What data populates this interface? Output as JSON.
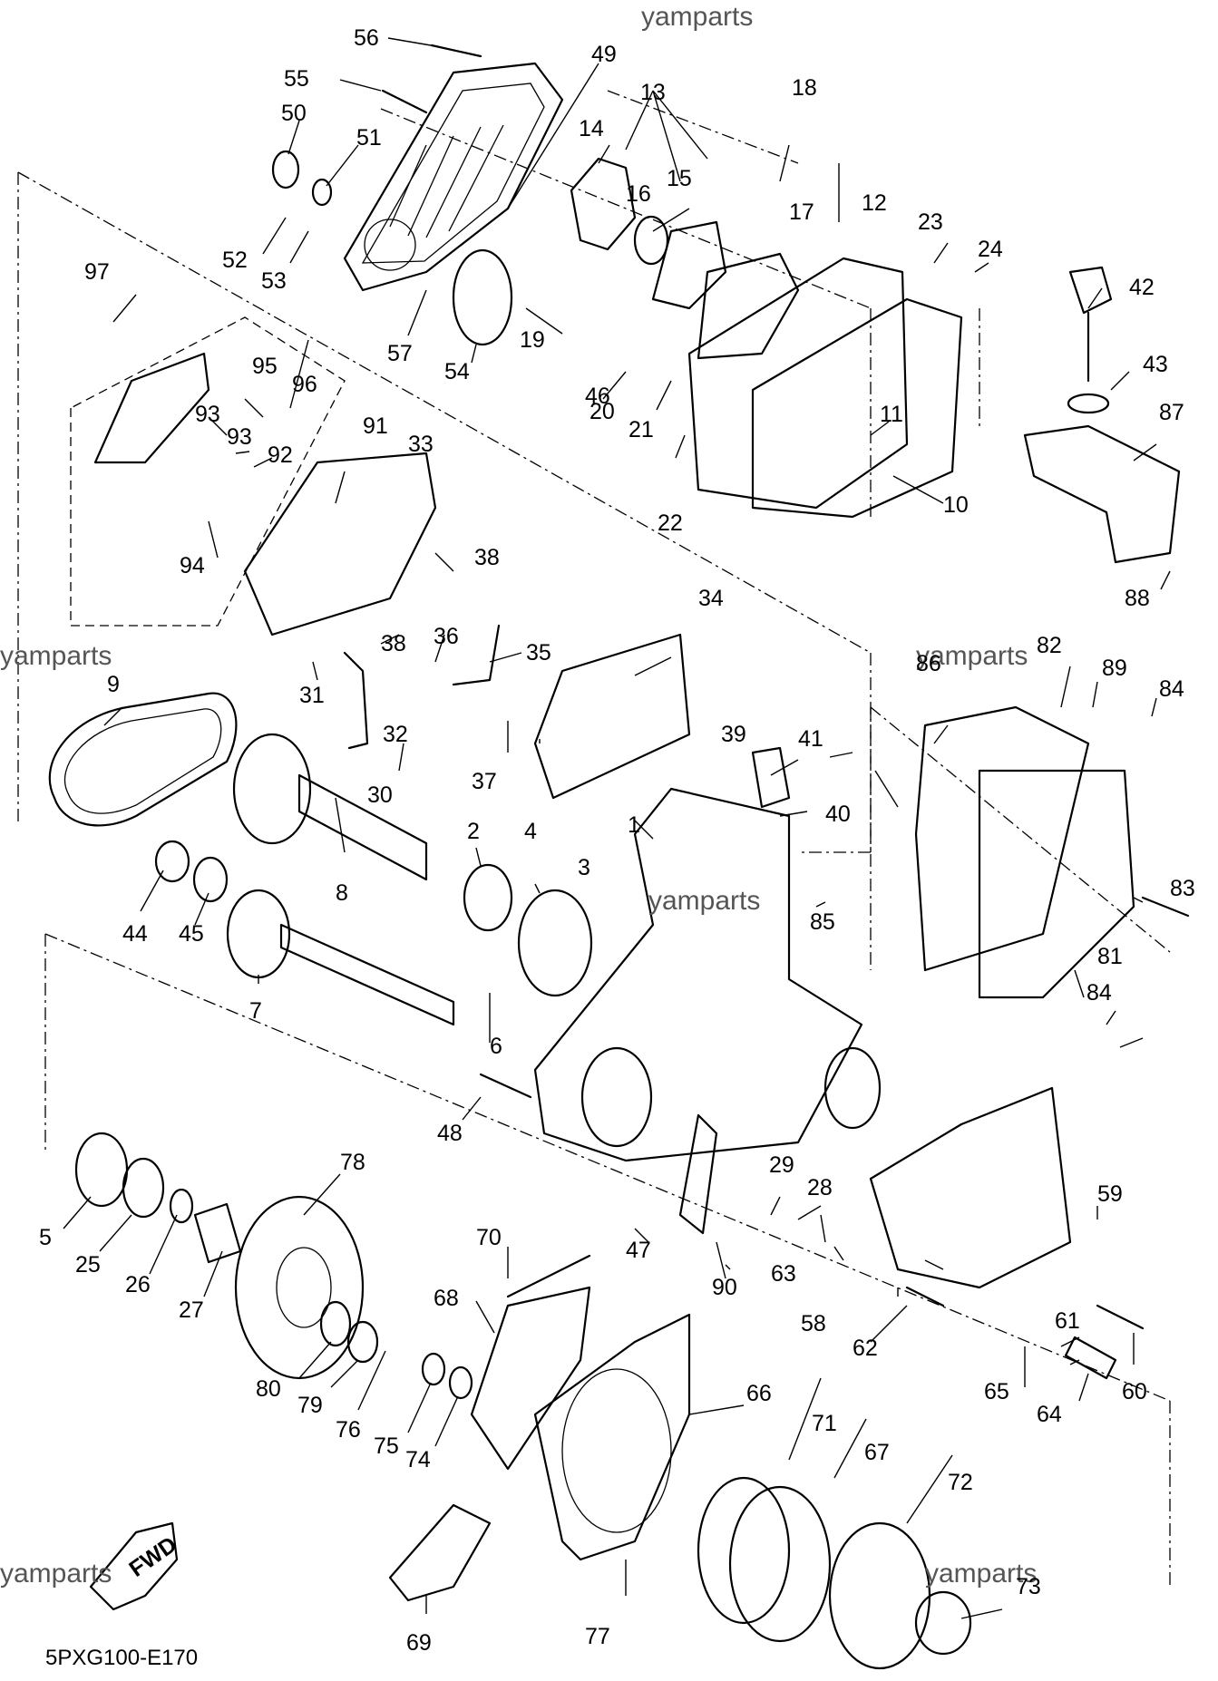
{
  "watermarks": [
    "yamparts",
    "yamparts",
    "yamparts",
    "yamparts",
    "yamparts",
    "yamparts"
  ],
  "diagram_code": "5PXG100-E170",
  "fwd_label": "FWD",
  "callouts": [
    "1",
    "2",
    "3",
    "4",
    "5",
    "6",
    "7",
    "8",
    "9",
    "10",
    "11",
    "12",
    "13",
    "14",
    "15",
    "16",
    "17",
    "18",
    "19",
    "20",
    "21",
    "22",
    "23",
    "24",
    "25",
    "26",
    "27",
    "28",
    "29",
    "30",
    "31",
    "32",
    "33",
    "34",
    "35",
    "36",
    "37",
    "38",
    "38",
    "39",
    "40",
    "41",
    "42",
    "43",
    "44",
    "45",
    "46",
    "47",
    "48",
    "49",
    "50",
    "51",
    "52",
    "53",
    "54",
    "55",
    "56",
    "57",
    "58",
    "59",
    "60",
    "61",
    "62",
    "63",
    "64",
    "65",
    "66",
    "67",
    "68",
    "69",
    "70",
    "71",
    "72",
    "73",
    "74",
    "75",
    "76",
    "77",
    "78",
    "79",
    "80",
    "81",
    "82",
    "83",
    "84",
    "84",
    "85",
    "86",
    "87",
    "88",
    "89",
    "90",
    "91",
    "92",
    "93",
    "93",
    "94",
    "95",
    "96",
    "97"
  ]
}
